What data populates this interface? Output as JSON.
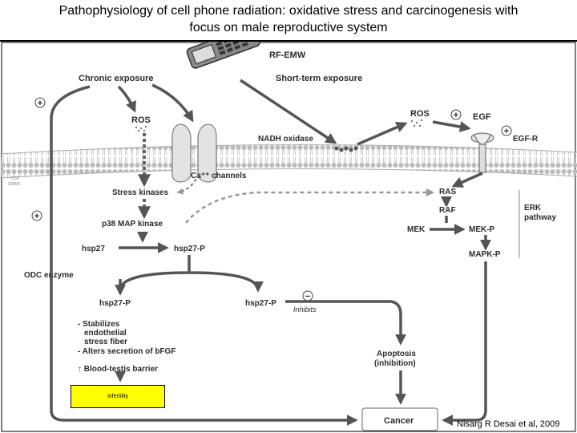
{
  "slide": {
    "title_line1": "Pathophysiology of cell phone radiation: oxidative stress and carcinogenesis with",
    "title_line2": "focus on male reproductive system",
    "citation": "Nisarg R Desai et al, 2009"
  },
  "diagram": {
    "phone_label": "RF-EMW",
    "chronic_exposure": "Chronic exposure",
    "short_term_exposure": "Short-term exposure",
    "ros_left": "ROS",
    "ros_right": "ROS",
    "egf": "EGF",
    "egf_r": "EGF-R",
    "nadh_oxidase": "NADH oxidase",
    "ca_channels": "Ca⁺⁺ channels",
    "copyright_line1": "CCF",
    "copyright_line2": "©2009",
    "stress_kinases": "Stress kinases",
    "p38": "p38 MAP kinase",
    "hsp27": "hsp27",
    "hsp27p_top": "hsp27-P",
    "ras": "RAS",
    "raf": "RAF",
    "mek": "MEK",
    "mekp": "MEK-P",
    "mapkp": "MAPK-P",
    "erk_line1": "ERK",
    "erk_line2": "pathway",
    "odc": "ODC enzyme",
    "hsp27p_left": "hsp27-P",
    "hsp27p_mid": "hsp27-P",
    "inhibits": "Inhibits",
    "effect1_line1": "- Stabilizes",
    "effect1_line2": "endothelial",
    "effect1_line3": "stress fiber",
    "effect2": "- Alters secretion of bFGF",
    "effect3": "↑ Blood-testis barrier",
    "apoptosis_line1": "Apoptosis",
    "apoptosis_line2": "(inhibition)",
    "cancer": "Cancer",
    "infertility": "Infertility",
    "plus_sign": "+",
    "minus_sign": "−"
  }
}
